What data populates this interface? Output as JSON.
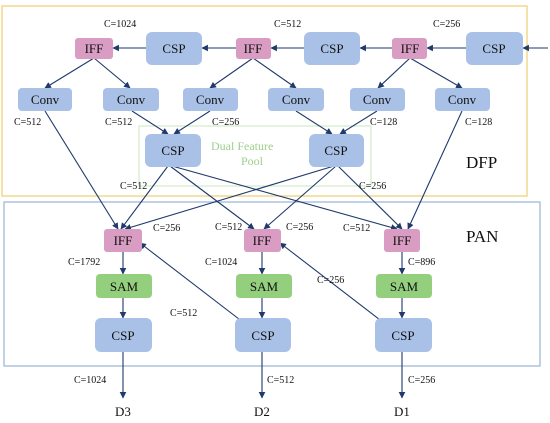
{
  "regions": {
    "dfp": "DFP",
    "pan": "PAN"
  },
  "pool": {
    "line1": "Dual Feature",
    "line2": "Pool"
  },
  "nodes": {
    "csp_top1": "CSP",
    "csp_top2": "CSP",
    "csp_top3": "CSP",
    "iff_top1": "IFF",
    "iff_top2": "IFF",
    "iff_top3": "IFF",
    "conv1": "Conv",
    "conv2": "Conv",
    "conv3": "Conv",
    "conv4": "Conv",
    "conv5": "Conv",
    "conv6": "Conv",
    "pool_csp1": "CSP",
    "pool_csp2": "CSP",
    "iff_pan1": "IFF",
    "iff_pan2": "IFF",
    "iff_pan3": "IFF",
    "sam1": "SAM",
    "sam2": "SAM",
    "sam3": "SAM",
    "csp_bot1": "CSP",
    "csp_bot2": "CSP",
    "csp_bot3": "CSP"
  },
  "labels": {
    "c_1024_top": "C=1024",
    "c_512_top": "C=512",
    "c_256_top": "C=256",
    "c_conv1": "C=512",
    "c_conv2": "C=512",
    "c_conv3": "C=256",
    "c_conv5": "C=128",
    "c_conv6": "C=128",
    "c_pool1": "C=512",
    "c_pool2": "C=256",
    "c_iff1_in": "C=256",
    "c_iff2_in_l": "C=512",
    "c_iff2_in_r": "C=256",
    "c_iff3_in": "C=512",
    "c_iff1_out": "C=1792",
    "c_iff2_out": "C=1024",
    "c_iff3_out": "C=896",
    "c_skip1": "C=512",
    "c_skip2": "C=256",
    "c_out1": "C=1024",
    "c_out2": "C=512",
    "c_out3": "C=256"
  },
  "outputs": {
    "d3": "D3",
    "d2": "D2",
    "d1": "D1"
  },
  "colors": {
    "csp_fill": "#a9c1e6",
    "iff_fill": "#d99dc3",
    "sam_fill": "#93cf7d",
    "dfp_border": "#f2d27a",
    "pan_border": "#9fb9d6",
    "pool_border": "#bde3b0",
    "edge": "#1f3a6b"
  }
}
